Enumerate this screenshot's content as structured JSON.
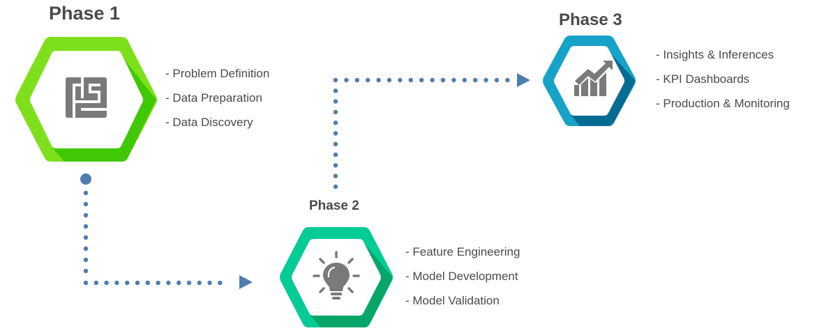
{
  "diagram": {
    "colors": {
      "connector": "#4f7cb0",
      "text": "#4a4a4a",
      "icon": "#7a7a7a"
    },
    "phases": [
      {
        "title": "Phase 1",
        "icon": "maze-icon",
        "color_light": "#7ee01c",
        "color_dark": "#41c804",
        "items": [
          "- Problem Definition",
          "- Data Preparation",
          "- Data Discovery"
        ]
      },
      {
        "title": "Phase 2",
        "icon": "lightbulb-icon",
        "color_light": "#05cc96",
        "color_dark": "#07a567",
        "items": [
          "- Feature Engineering",
          "- Model Development",
          "- Model Validation"
        ]
      },
      {
        "title": "Phase 3",
        "icon": "growth-chart-icon",
        "color_light": "#17a3c8",
        "color_dark": "#056b93",
        "items": [
          "- Insights & Inferences",
          "- KPI Dashboards",
          "- Production & Monitoring"
        ]
      }
    ],
    "connectors": [
      {
        "from": "Phase 1",
        "to": "Phase 2"
      },
      {
        "from": "Phase 2",
        "to": "Phase 3"
      }
    ]
  }
}
